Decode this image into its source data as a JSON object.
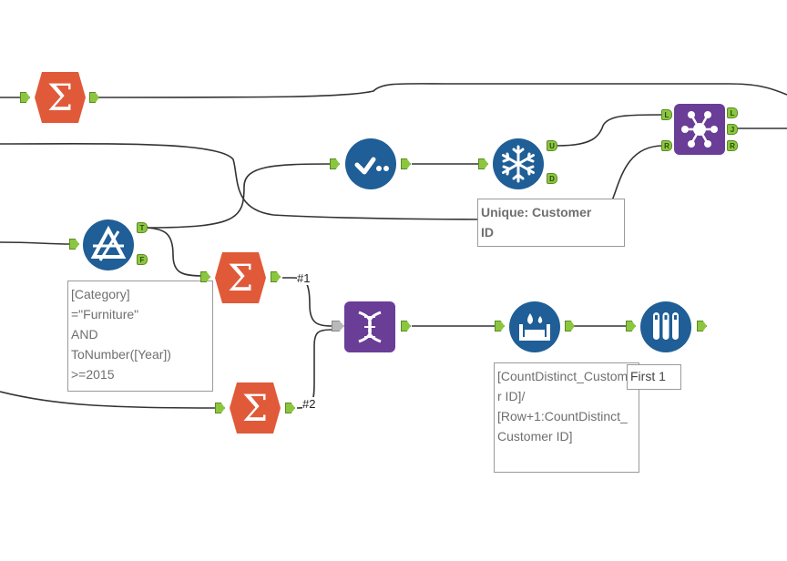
{
  "annotations": {
    "filter_expr": "[Category]\n=\"Furniture\"\nAND\nToNumber([Year])\n>=2015",
    "unique_label": "Unique: Customer\nID",
    "formula_expr": "[CountDistinct_Customer ID]/\n[Row+1:CountDistinct_Customer ID]",
    "sample_label": "First 1"
  },
  "anchors": {
    "filter_true": "T",
    "filter_false": "F",
    "unique_unique": "U",
    "unique_dup": "D",
    "join_left_in": "L",
    "join_right_in": "R",
    "join_left_out": "L",
    "join_join_out": "J",
    "join_right_out": "R"
  },
  "connections": {
    "label_1": "#1",
    "label_2": "#2"
  },
  "colors": {
    "summarize": "#e05a3a",
    "blue_tool": "#1f5e96",
    "purple_tool": "#6a3d97",
    "anchor_green": "#8cc63f",
    "wire": "#333333"
  }
}
